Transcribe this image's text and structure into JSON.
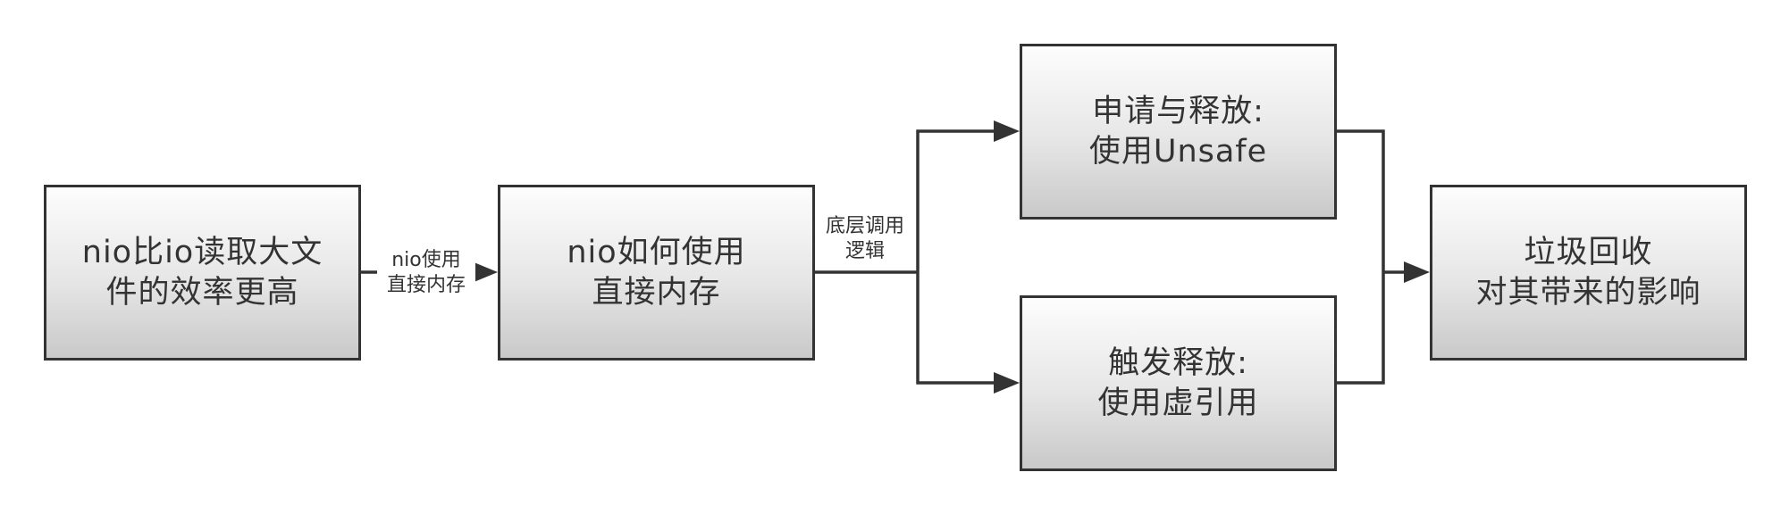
{
  "nodes": {
    "n1": {
      "line1": "nio比io读取大文",
      "line2": "件的效率更高"
    },
    "n2": {
      "line1": "nio如何使用",
      "line2": "直接内存"
    },
    "n3": {
      "line1": "申请与释放:",
      "line2": "使用Unsafe"
    },
    "n4": {
      "line1": "触发释放:",
      "line2": "使用虚引用"
    },
    "n5": {
      "line1": "垃圾回收",
      "line2": "对其带来的影响"
    }
  },
  "edges": {
    "e1": {
      "line1": "nio使用",
      "line2": "直接内存"
    },
    "e2": {
      "line1": "底层调用",
      "line2": "逻辑"
    }
  },
  "colors": {
    "stroke": "#333333",
    "fill_top": "#fdfdfd",
    "fill_bottom": "#c9c9c9",
    "background": "#ffffff"
  }
}
